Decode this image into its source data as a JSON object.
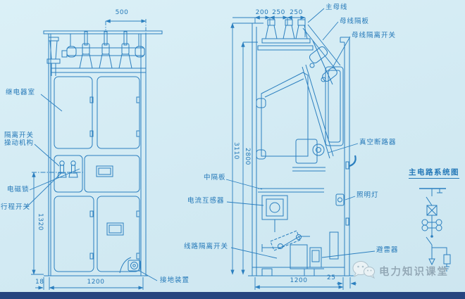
{
  "colors": {
    "background": "#d3eaf3",
    "line": "#2b7fbf",
    "text": "#2478b8",
    "watermark": "#8ba2b0",
    "footer_bar": "#26457f"
  },
  "front_view": {
    "labels": {
      "relay_room": "继电器室",
      "disconnector_mech_line1": "隔离开关",
      "disconnector_mech_line2": "操动机构",
      "magnetic_lock": "电磁锁",
      "travel_switch": "行程开关",
      "grounding_device": "接地装置"
    },
    "dims": {
      "top_width": "500",
      "height": "1320",
      "plinth": "18",
      "width": "1200"
    }
  },
  "section_view": {
    "labels": {
      "main_busbar": "主母线",
      "busbar_partition": "母线隔板",
      "busbar_disconnector": "母线隔离开关",
      "vacuum_breaker": "真空断路器",
      "mid_partition": "中隔板",
      "current_transformer": "电流互感器",
      "lamp": "照明灯",
      "line_disconnector": "线路隔离开关",
      "arrester": "避雷器"
    },
    "dims": {
      "top_a": "200",
      "top_b": "250",
      "top_c": "250",
      "height_outer": "3110",
      "height_inner": "2800",
      "width": "1200",
      "gap": "25"
    }
  },
  "schematic": {
    "title": "主电路系统图"
  },
  "watermark": {
    "text": "电力知识课堂",
    "logo": "wechat-icon"
  }
}
